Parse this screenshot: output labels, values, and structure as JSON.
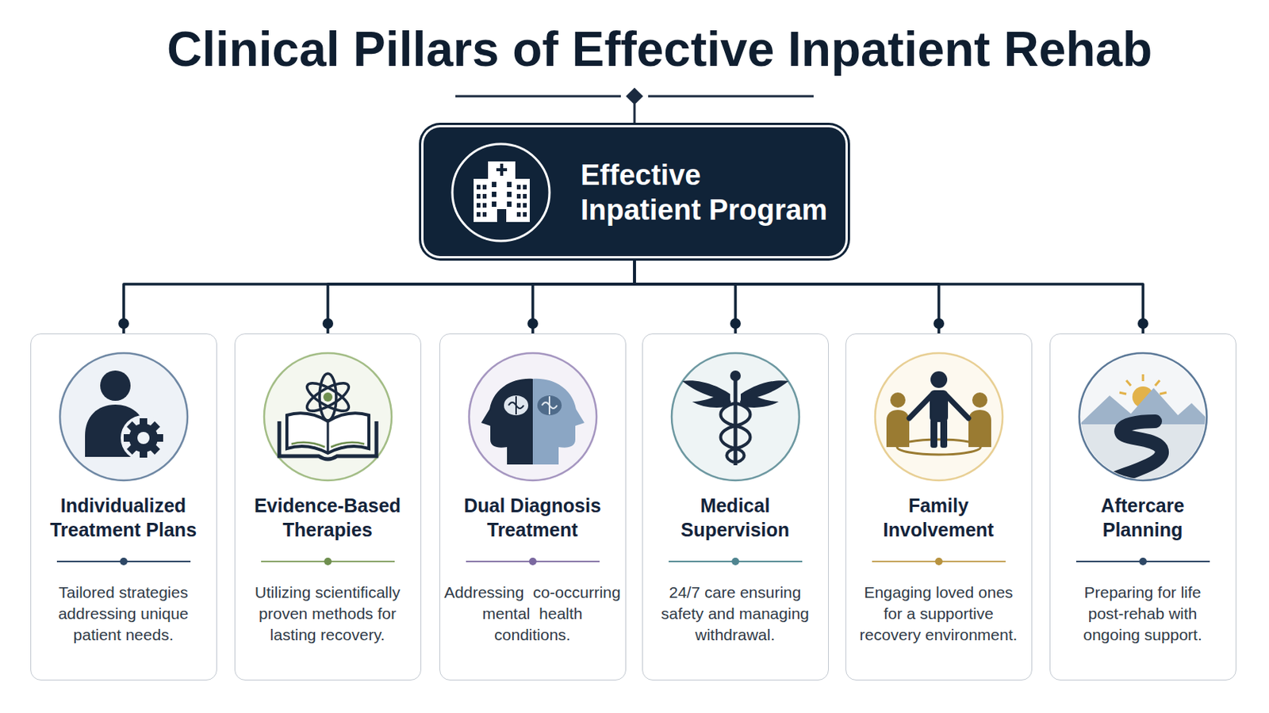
{
  "diagram": {
    "title": "Clinical Pillars of Effective Inpatient Rehab",
    "nodes": [
      {
        "text": [
          "Effective Inpatient Program"
        ]
      },
      {
        "text": [
          "Individualized Treatment Plans",
          "Tailored strategies addressing unique patient needs."
        ]
      },
      {
        "text": [
          "Evidence-Based Therapies",
          "Utilizing scientifically proven methods for lasting recovery."
        ]
      },
      {
        "text": [
          "Dual Diagnosis Treatment",
          "Addressing co-occurring mental health conditions."
        ]
      },
      {
        "text": [
          "Medical Supervision",
          "24/7 care ensuring safety and managing withdrawal."
        ]
      },
      {
        "text": [
          "Family Involvement",
          "Engaging loved ones for a supportive recovery environment."
        ]
      },
      {
        "text": [
          "Aftercare Planning",
          "Preparing for life post-rehab with ongoing support."
        ]
      }
    ],
    "edges": [
      {
        "from": 0,
        "to": 1,
        "arrow": "none"
      },
      {
        "from": 0,
        "to": 2,
        "arrow": "none"
      },
      {
        "from": 0,
        "to": 3,
        "arrow": "none"
      },
      {
        "from": 0,
        "to": 4,
        "arrow": "none"
      },
      {
        "from": 0,
        "to": 5,
        "arrow": "none"
      },
      {
        "from": 0,
        "to": 6,
        "arrow": "none"
      }
    ]
  }
}
